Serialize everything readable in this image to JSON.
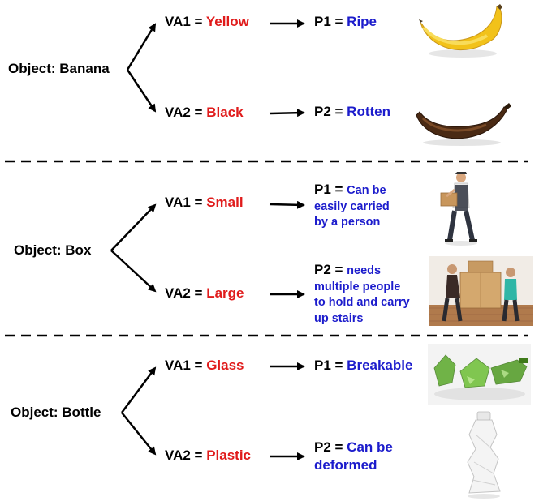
{
  "sections": [
    {
      "object_label": "Object: Banana",
      "va1": {
        "prefix": "VA1 = ",
        "value": "Yellow"
      },
      "va2": {
        "prefix": "VA2 = ",
        "value": "Black"
      },
      "p1": {
        "prefix": "P1 = ",
        "value": "Ripe"
      },
      "p2": {
        "prefix": "P2 = ",
        "value": "Rotten"
      },
      "images": [
        "yellow-banana",
        "rotten-banana"
      ]
    },
    {
      "object_label": "Object: Box",
      "va1": {
        "prefix": "VA1 = ",
        "value": "Small"
      },
      "va2": {
        "prefix": "VA2 = ",
        "value": "Large"
      },
      "p1": {
        "prefix": "P1 = ",
        "value_lines": [
          "Can be",
          "easily carried",
          "by a person"
        ]
      },
      "p2": {
        "prefix": "P2 = ",
        "value_lines": [
          "needs",
          "multiple people",
          "to hold and carry",
          "up stairs"
        ]
      },
      "images": [
        "person-carrying-small-box",
        "two-people-carrying-large-box"
      ]
    },
    {
      "object_label": "Object: Bottle",
      "va1": {
        "prefix": "VA1 = ",
        "value": "Glass"
      },
      "va2": {
        "prefix": "VA2 = ",
        "value": "Plastic"
      },
      "p1": {
        "prefix": "P1 = ",
        "value": "Breakable"
      },
      "p2": {
        "prefix": "P2 = ",
        "value_lines": [
          "Can be",
          "deformed"
        ]
      },
      "images": [
        "broken-glass-bottle",
        "crushed-plastic-bottle"
      ]
    }
  ],
  "colors": {
    "attribute": "#e01b1b",
    "property": "#1c1ccc",
    "text": "#000000"
  }
}
